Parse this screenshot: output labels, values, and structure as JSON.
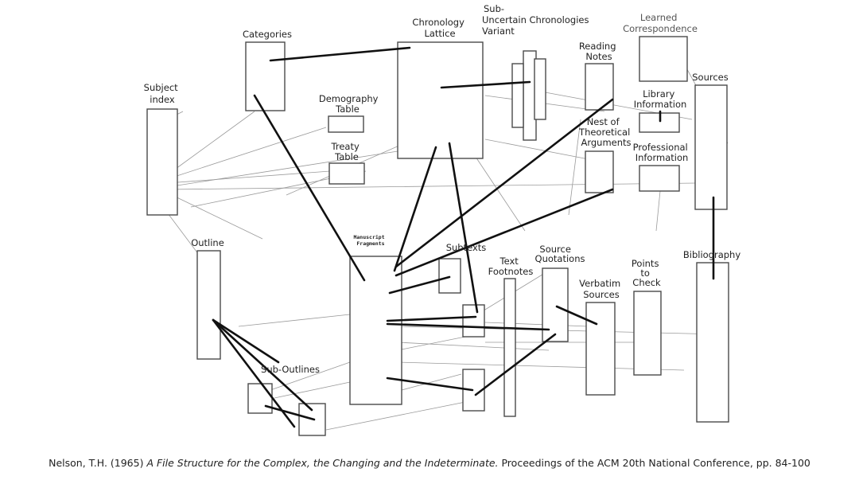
{
  "diagram": {
    "labels": {
      "subject_index": [
        "Subject",
        "index"
      ],
      "categories": [
        "Categories"
      ],
      "chronology_lattice": [
        "Chronology",
        "Lattice"
      ],
      "sub_uncertain": [
        "Sub-",
        "Uncertain  Chronologies",
        "Variant"
      ],
      "learned_correspondence": [
        "Learned",
        "Correspondence"
      ],
      "reading_notes": [
        "Reading",
        "Notes"
      ],
      "sources": [
        "Sources"
      ],
      "demography_table": [
        "Demography",
        "Table"
      ],
      "treaty_table": [
        "Treaty",
        "Table"
      ],
      "library_information": [
        "Library",
        "Information"
      ],
      "nest_of_theoretical_arguments": [
        "Nest of",
        "Theoretical",
        "Arguments"
      ],
      "professional_information": [
        "Professional",
        "Information"
      ],
      "outline": [
        "Outline"
      ],
      "manuscript_fragments": [
        "Manuscript",
        "Fragments"
      ],
      "subtexts": [
        "Subtexts"
      ],
      "text_footnotes": [
        "Text",
        "Footnotes"
      ],
      "source_quotations": [
        "Source",
        "Quotations"
      ],
      "verbatim_sources": [
        "Verbatim",
        "Sources"
      ],
      "points_to_check": [
        "Points",
        "to",
        "Check"
      ],
      "bibliography": [
        "Bibliography"
      ],
      "sub_outlines": [
        "Sub-Outlines"
      ]
    }
  },
  "citation": {
    "prefix": "Nelson, T.H. (1965) ",
    "title": "A File Structure for the Complex, the Changing and the Indeterminate.",
    "suffix": " Proceedings of the ACM 20th National Conference, pp. 84-100"
  }
}
